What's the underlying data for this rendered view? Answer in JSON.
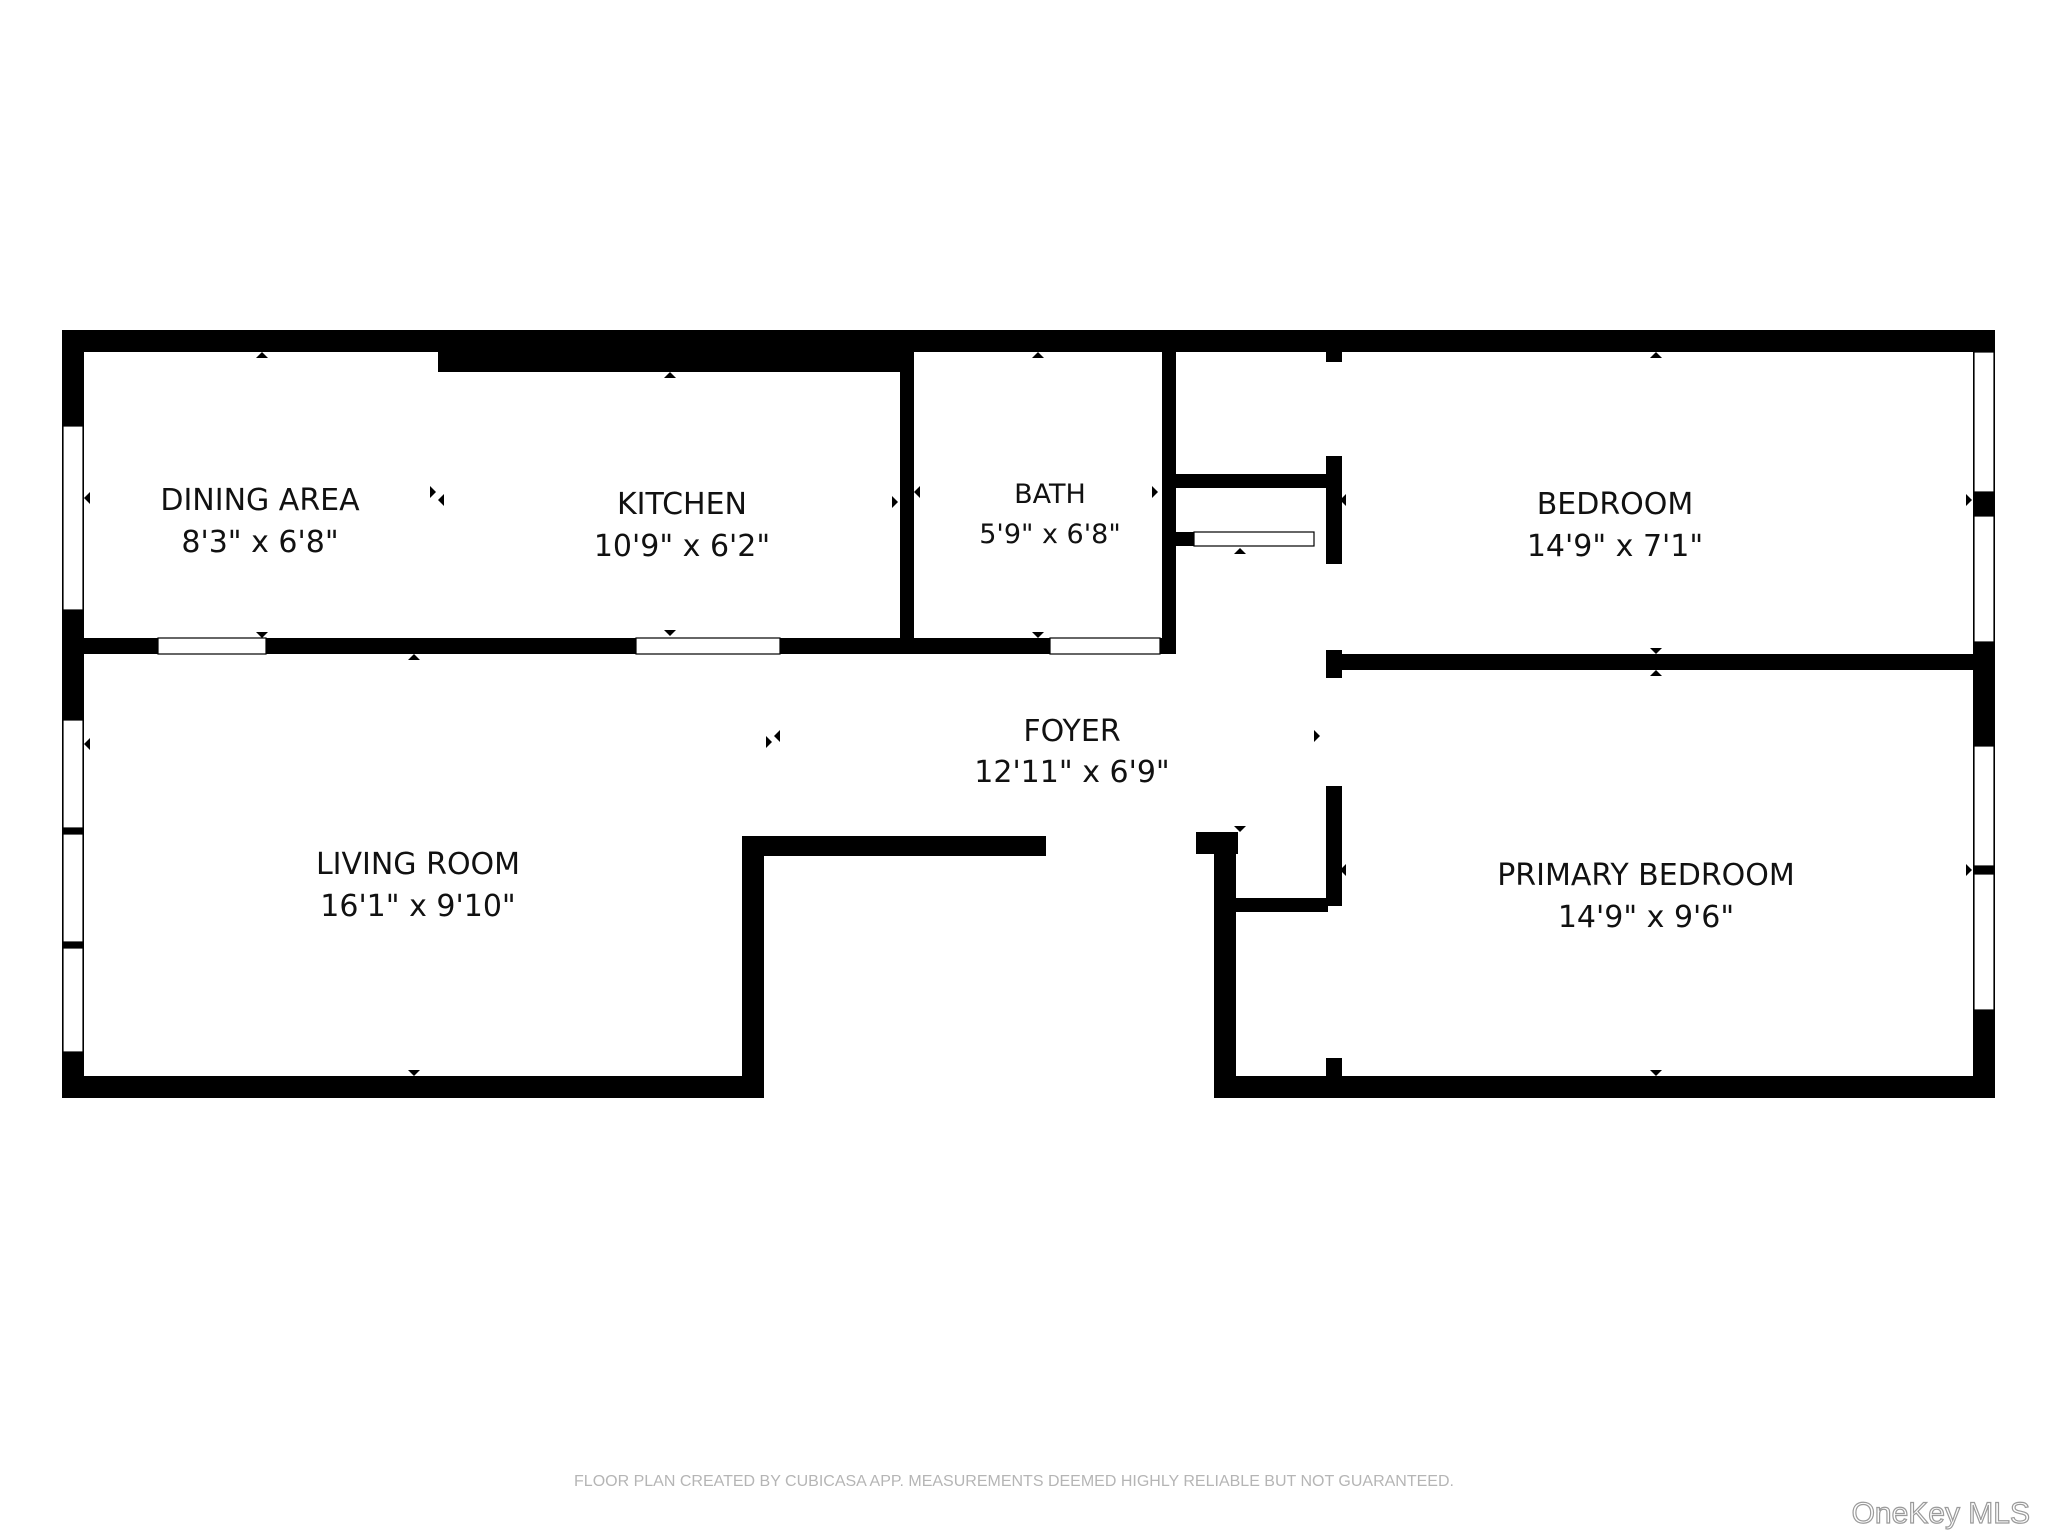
{
  "rooms": {
    "dining": {
      "name": "DINING AREA",
      "dims": "8'3\" x 6'8\""
    },
    "kitchen": {
      "name": "KITCHEN",
      "dims": "10'9\" x 6'2\""
    },
    "bath": {
      "name": "BATH",
      "dims": "5'9\" x 6'8\""
    },
    "bedroom": {
      "name": "BEDROOM",
      "dims": "14'9\" x 7'1\""
    },
    "foyer": {
      "name": "FOYER",
      "dims": "12'11\" x 6'9\""
    },
    "living": {
      "name": "LIVING ROOM",
      "dims": "16'1\" x 9'10\""
    },
    "primary": {
      "name": "PRIMARY BEDROOM",
      "dims": "14'9\" x 9'6\""
    }
  },
  "footer": {
    "note": "FLOOR PLAN CREATED BY CUBICASA APP. MEASUREMENTS DEEMED HIGHLY RELIABLE BUT NOT GUARANTEED."
  },
  "watermark": {
    "text": "OneKey MLS"
  },
  "colors": {
    "wall": "#000000",
    "background": "#ffffff",
    "window": "#ffffff"
  }
}
